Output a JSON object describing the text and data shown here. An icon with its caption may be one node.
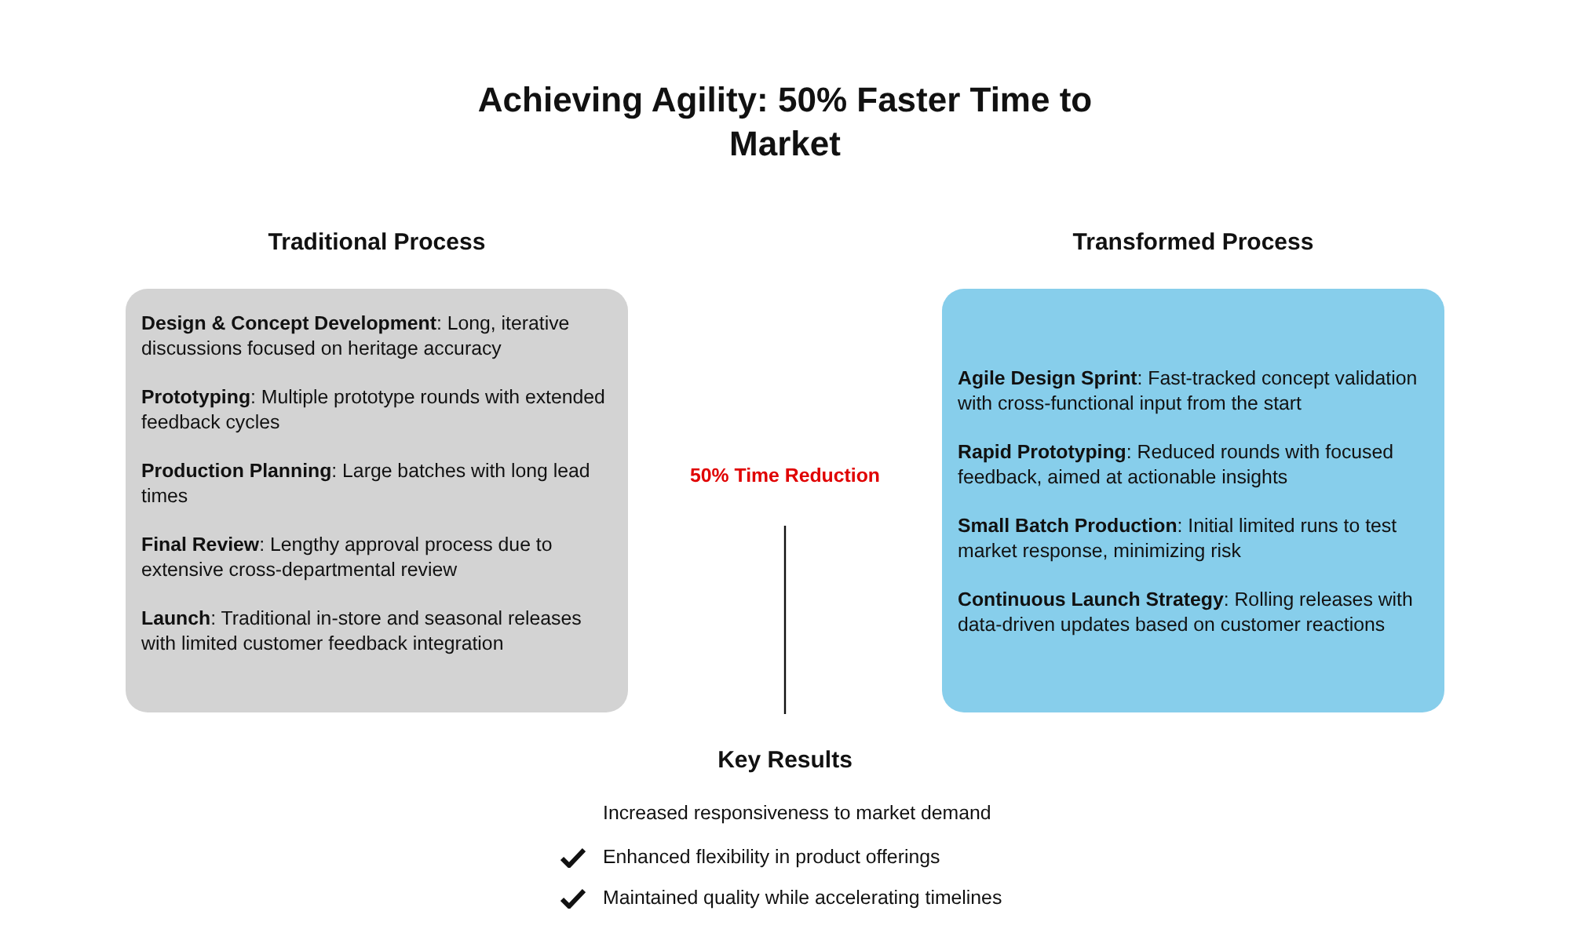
{
  "diagram": {
    "title": "Achieving Agility: 50% Faster Time to Market",
    "nodes": [
      {
        "text": [
          "Traditional Process",
          "**Design & Concept Development**: Long, iterative discussions focused on heritage accuracy",
          "**Prototyping**: Multiple prototype rounds with extended feedback cycles",
          "**Production Planning**: Large batches with long lead times",
          "**Final Review**: Lengthy approval process due to extensive cross-departmental review",
          "**Launch**: Traditional in-store and seasonal releases with limited customer feedback integration"
        ]
      },
      {
        "text": [
          "Transformed Process",
          "**Agile Design Sprint**: Fast-tracked concept validation with cross-functional input from the start",
          "**Rapid Prototyping**: Reduced rounds with focused feedback, aimed at actionable insights",
          "**Small Batch Production**: Initial limited runs to test market response, minimizing risk",
          "**Continuous Launch Strategy**: Rolling releases with data-driven updates based on customer reactions"
        ]
      }
    ],
    "labels": [
      "50% Time Reduction",
      "Key Results",
      "Increased responsiveness to market demand",
      "Enhanced flexibility in product offerings",
      "Maintained quality while accelerating timelines"
    ]
  }
}
